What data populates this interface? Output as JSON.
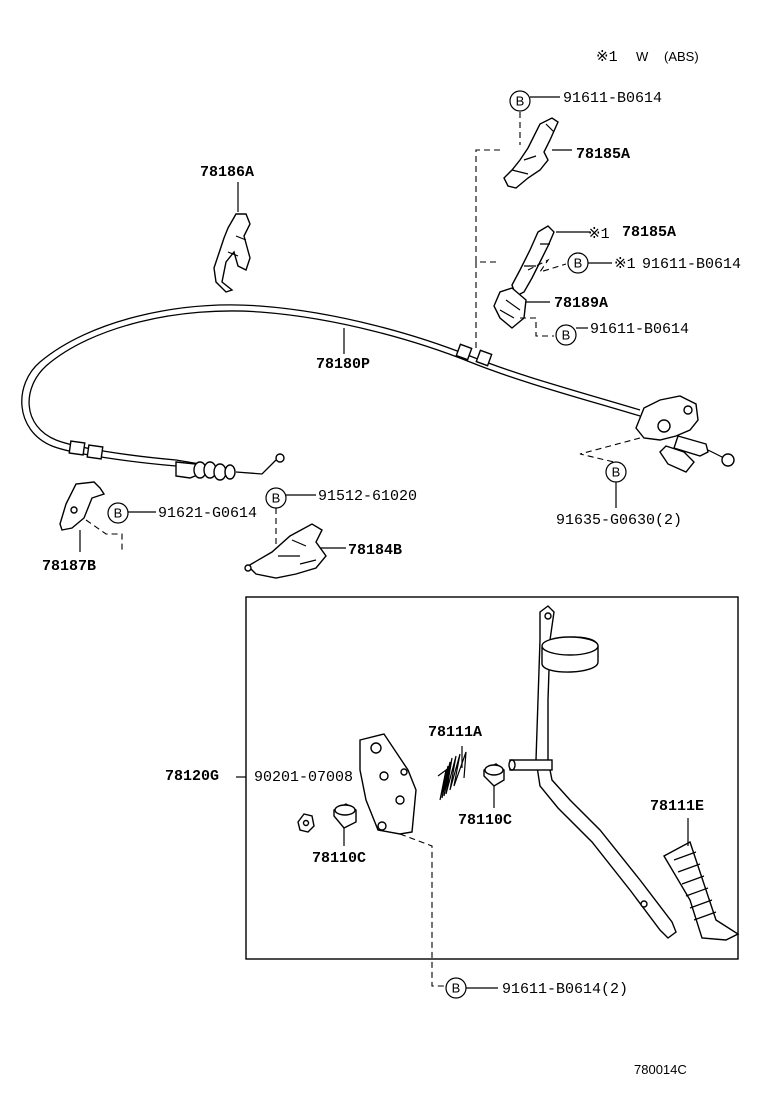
{
  "header": {
    "note_mark": "※1",
    "note_w": "W",
    "note_abs": "(ABS)"
  },
  "labels": {
    "p78186A": "78186A",
    "p78185A_top": "78185A",
    "p78185A_mid_mark": "※1",
    "p78185A_mid": "78185A",
    "p78189A": "78189A",
    "p78180P": "78180P",
    "p78187B": "78187B",
    "p78184B": "78184B",
    "p78120G": "78120G",
    "p78111A": "78111A",
    "p78110C_right": "78110C",
    "p78110C_left": "78110C",
    "p78111E": "78111E",
    "p90201": "90201-07008"
  },
  "bolts": {
    "marker": "B",
    "b1": "91611-B0614",
    "b2_mark": "※1",
    "b2": "91611-B0614",
    "b3": "91611-B0614",
    "b4": "91635-G0630(2)",
    "b5": "91621-G0614",
    "b6": "91512-61020",
    "b7": "91611-B0614(2)"
  },
  "footer": {
    "figure_code": "780014C"
  }
}
